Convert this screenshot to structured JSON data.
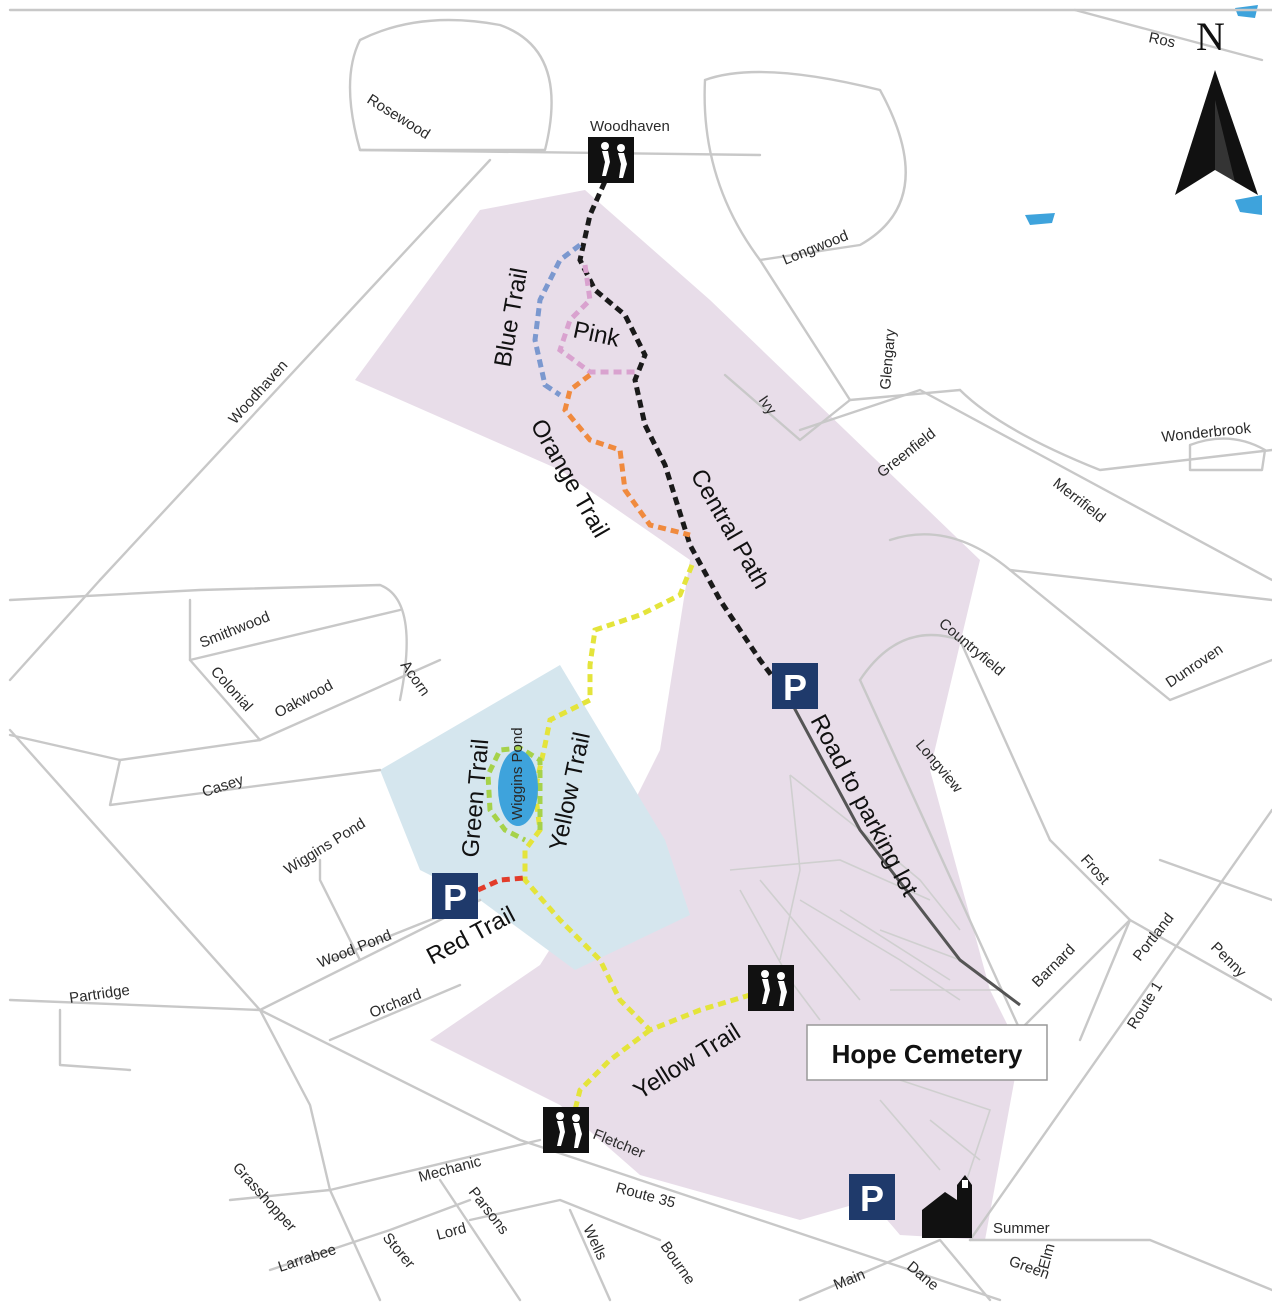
{
  "colors": {
    "park": "#e8dde9",
    "pond_area": "#d5e6ee",
    "water": "#3ea3dc",
    "road": "#c8c8c8",
    "central": "#1a1a1a",
    "blue": "#7b98cf",
    "pink": "#d9a2cf",
    "orange": "#f08a3e",
    "yellow": "#e4e43b",
    "green": "#a6d24a",
    "red": "#e23c2a",
    "parking": "#1f3a6b",
    "access_road": "#555555"
  },
  "icons": {
    "north_arrow": "north-arrow-icon",
    "trailhead": "hiker-icon",
    "parking": "parking-icon",
    "church": "church-icon"
  },
  "compass": {
    "letter": "N"
  },
  "cemetery": {
    "label": "Hope Cemetery"
  },
  "pond": {
    "label": "Wiggins Pond"
  },
  "parking_label": "P",
  "trails": {
    "blue": "Blue Trail",
    "pink": "Pink",
    "orange": "Orange Trail",
    "central": "Central Path",
    "road_to_lot": "Road to parking lot",
    "green": "Green Trail",
    "yellow_upper": "Yellow Trail",
    "yellow_lower": "Yellow Trail",
    "red": "Red Trail"
  },
  "streets": {
    "ros": "Ros",
    "rosewood": "Rosewood",
    "woodhaven_top": "Woodhaven",
    "woodhaven_left": "Woodhaven",
    "longwood": "Longwood",
    "glengary": "Glengary",
    "ivy": "Ivy",
    "greenfield": "Greenfield",
    "wonderbrook": "Wonderbrook",
    "merrifield": "Merrifield",
    "countryfield": "Countryfield",
    "dunroven": "Dunroven",
    "longview": "Longview",
    "frost": "Frost",
    "barnard": "Barnard",
    "portland": "Portland",
    "penny": "Penny",
    "route1": "Route 1",
    "smithwood": "Smithwood",
    "colonial": "Colonial",
    "oakwood": "Oakwood",
    "acorn": "Acorn",
    "casey": "Casey",
    "wiggins_pond": "Wiggins Pond",
    "wood_pond": "Wood Pond",
    "partridge": "Partridge",
    "orchard": "Orchard",
    "fletcher": "Fletcher",
    "route35": "Route 35",
    "mechanic": "Mechanic",
    "grasshopper": "Grasshopper",
    "parsons": "Parsons",
    "lord": "Lord",
    "larrabee": "Larrabee",
    "storer": "Storer",
    "wells": "Wells",
    "bourne": "Bourne",
    "main": "Main",
    "dane": "Dane",
    "summer": "Summer",
    "green": "Green",
    "elm": "Elm"
  }
}
